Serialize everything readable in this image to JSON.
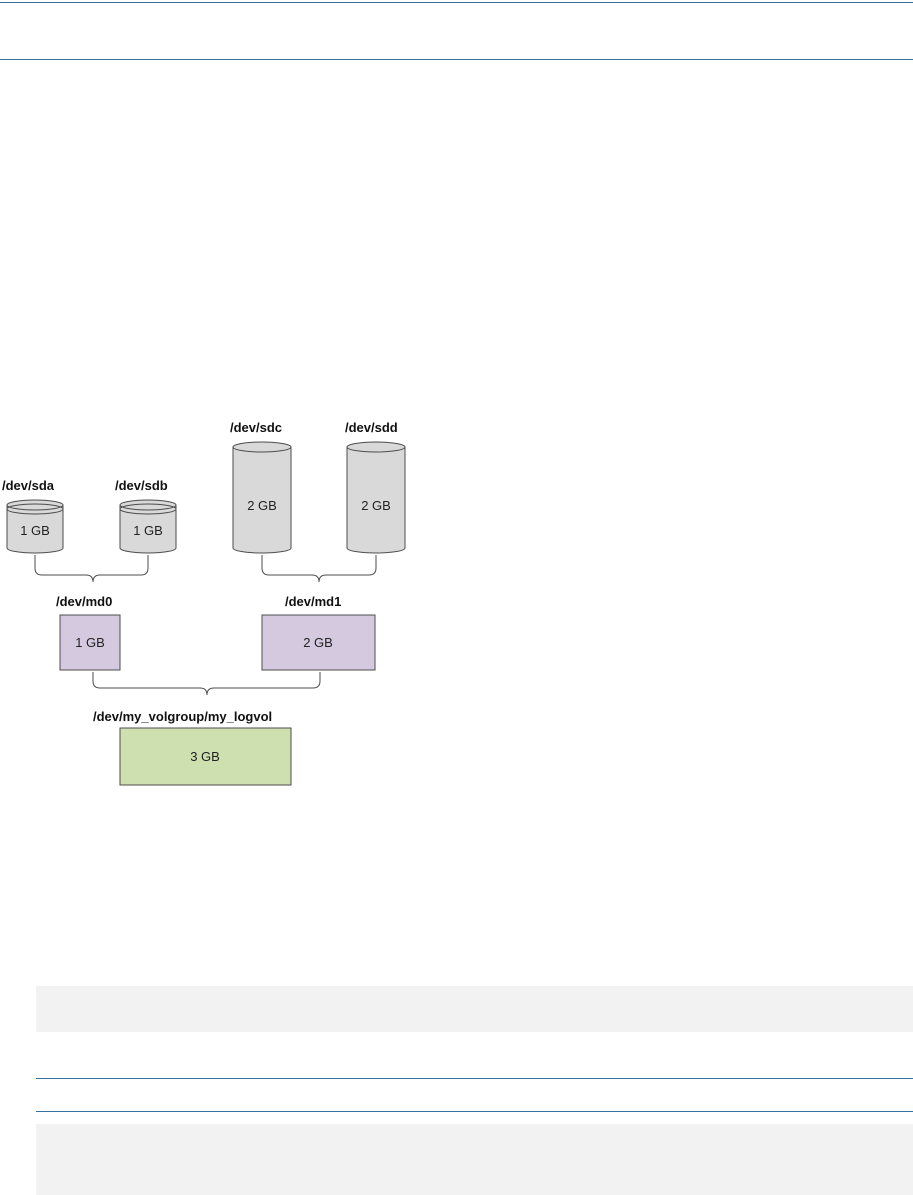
{
  "diagram": {
    "disks": [
      {
        "id": "sda",
        "label": "/dev/sda",
        "size": "1 GB"
      },
      {
        "id": "sdb",
        "label": "/dev/sdb",
        "size": "1 GB"
      },
      {
        "id": "sdc",
        "label": "/dev/sdc",
        "size": "2 GB"
      },
      {
        "id": "sdd",
        "label": "/dev/sdd",
        "size": "2 GB"
      }
    ],
    "raids": [
      {
        "id": "md0",
        "label": "/dev/md0",
        "size": "1 GB"
      },
      {
        "id": "md1",
        "label": "/dev/md1",
        "size": "2 GB"
      }
    ],
    "logical_volume": {
      "label": "/dev/my_volgroup/my_logvol",
      "size": "3 GB"
    },
    "colors": {
      "disk_fill": "#d9d9d9",
      "raid_fill": "#d5c9e0",
      "volume_fill": "#cfe0b0",
      "outline": "#4d4d4d",
      "rule": "#3a6f9e",
      "panel": "#f2f2f2"
    }
  }
}
